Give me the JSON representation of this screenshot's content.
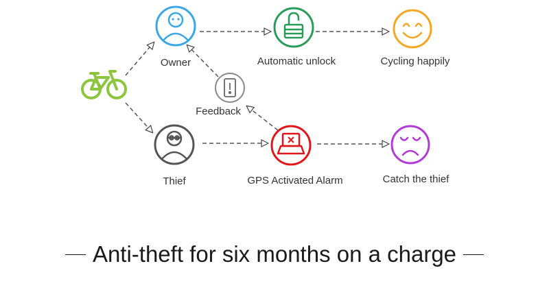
{
  "nodes": {
    "owner": {
      "label": "Owner",
      "icon": "person-icon",
      "color": "#3aa8e6"
    },
    "thief": {
      "label": "Thief",
      "icon": "masked-person-icon",
      "color": "#555555"
    },
    "feedback": {
      "label": "Feedback",
      "icon": "phone-icon",
      "color": "#666666"
    },
    "unlock": {
      "label": "Automatic unlock",
      "icon": "unlocked-padlock-icon",
      "color": "#2a9c5a"
    },
    "cycling": {
      "label": "Cycling happily",
      "icon": "smiley-face-icon",
      "color": "#f5a623"
    },
    "alarm": {
      "label": "GPS Activated Alarm",
      "icon": "alarm-device-icon",
      "color": "#e0161b"
    },
    "catch": {
      "label": "Catch the thief",
      "icon": "sad-face-icon",
      "color": "#b23ad8"
    },
    "bike": {
      "icon": "bicycle-icon",
      "color": "#8cc63f"
    }
  },
  "tagline": "Anti-theft for six months on a charge"
}
